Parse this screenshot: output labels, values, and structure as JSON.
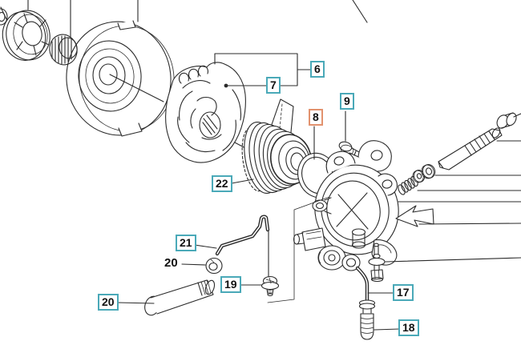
{
  "figure": {
    "kind": "exploded-parts-diagram",
    "description_visible_text_only": true
  },
  "colors": {
    "teal": "#4aa9b8",
    "orange": "#e2926e",
    "line": "#2b2b2b",
    "background": "#ffffff",
    "text": "#111111"
  },
  "callouts": [
    {
      "text": "6",
      "variant": "teal"
    },
    {
      "text": "7",
      "variant": "teal"
    },
    {
      "text": "8",
      "variant": "orange"
    },
    {
      "text": "9",
      "variant": "teal"
    },
    {
      "text": "22",
      "variant": "teal"
    },
    {
      "text": "21",
      "variant": "teal"
    },
    {
      "text": "20",
      "variant": "plain"
    },
    {
      "text": "19",
      "variant": "teal"
    },
    {
      "text": "20",
      "variant": "teal"
    },
    {
      "text": "17",
      "variant": "teal"
    },
    {
      "text": "18",
      "variant": "teal"
    }
  ]
}
